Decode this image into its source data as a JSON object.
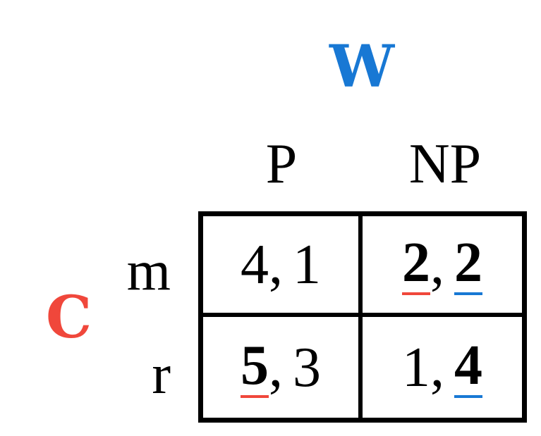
{
  "players": {
    "column": "W",
    "row": "C"
  },
  "colors": {
    "column_player": "#1878d4",
    "row_player": "#f0473b"
  },
  "columns": [
    "P",
    "NP"
  ],
  "rows": [
    "m",
    "r"
  ],
  "payoffs": [
    [
      {
        "row_payoff": "4",
        "col_payoff": "1",
        "row_best": false,
        "col_best": false
      },
      {
        "row_payoff": "2",
        "col_payoff": "2",
        "row_best": true,
        "col_best": true
      }
    ],
    [
      {
        "row_payoff": "5",
        "col_payoff": "3",
        "row_best": true,
        "col_best": false
      },
      {
        "row_payoff": "1",
        "col_payoff": "4",
        "row_best": false,
        "col_best": true
      }
    ]
  ],
  "separator": ","
}
